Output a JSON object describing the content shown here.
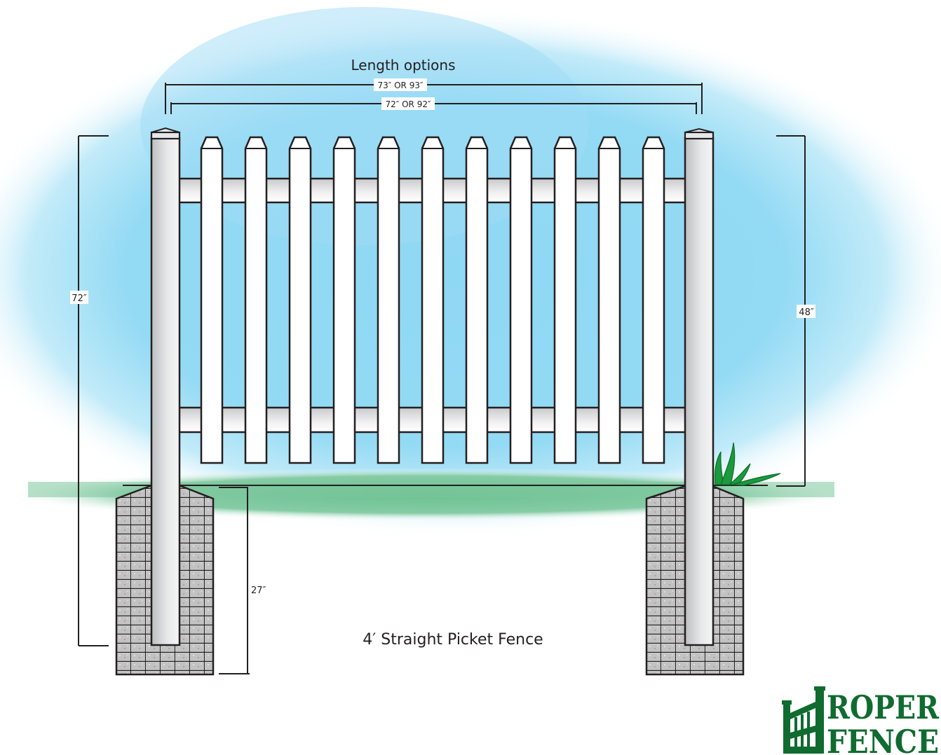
{
  "diagram": {
    "title": "4′ Straight Picket Fence",
    "length_heading": "Length options",
    "dimensions": {
      "outer_length": "73″ OR 93″",
      "inner_length": "72″ OR 92″",
      "total_post_height": "72″",
      "fence_height": "48″",
      "post_depth": "27″"
    },
    "components": {
      "posts": 2,
      "pickets": 11,
      "rails": 2,
      "concrete_footings": 2
    },
    "colors": {
      "sky": "#8fd8f3",
      "grass": "#6cc092",
      "grass_plant": "#1a9a3c",
      "outline": "#231f20",
      "concrete": "#c8c8c8",
      "logo_green": "#0f6b2f"
    }
  },
  "logo": {
    "line1": "ROPER",
    "line2": "FENCE"
  }
}
